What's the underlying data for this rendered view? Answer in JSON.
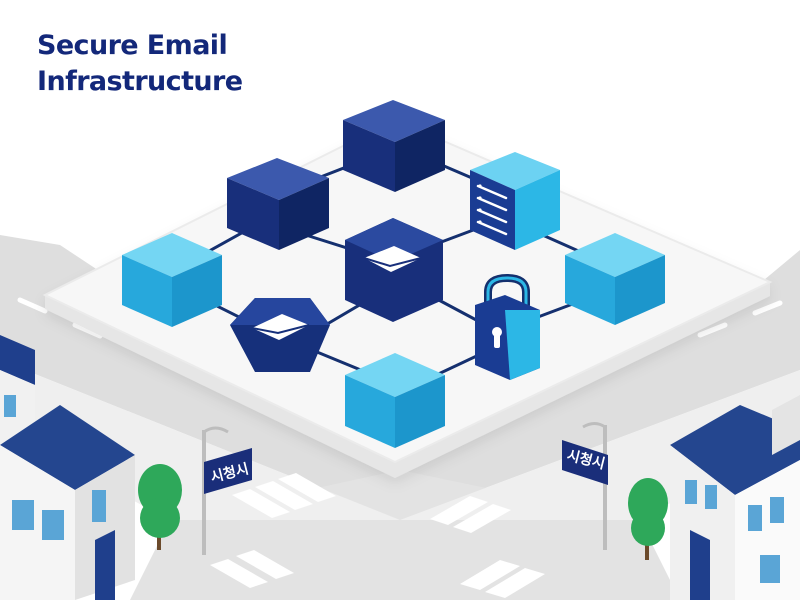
{
  "title": {
    "line1": "Secure Email",
    "line2": "Infrastructure"
  },
  "street_signs": {
    "left": "시청시",
    "right": "시청시"
  },
  "colors": {
    "title": "#13287a",
    "navy_block": "#1b3a8e",
    "cyan_block": "#2cb7e6",
    "connector": "#15306f",
    "road": "#dcdcdc",
    "tree": "#2ea85a"
  },
  "icons": [
    "envelope-icon",
    "envelope-icon",
    "server-icon",
    "padlock-icon",
    "house-icon",
    "tree-icon",
    "street-sign-icon"
  ]
}
